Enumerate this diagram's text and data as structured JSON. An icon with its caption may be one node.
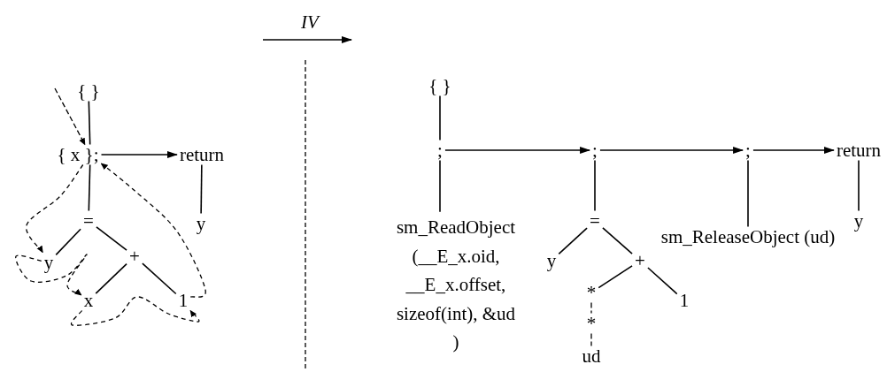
{
  "diagram": {
    "nodes": [
      {
        "text": [
          "{ }"
        ]
      },
      {
        "text": [
          "{ x };"
        ]
      },
      {
        "text": [
          "return"
        ]
      },
      {
        "text": [
          "y"
        ]
      },
      {
        "text": [
          "="
        ]
      },
      {
        "text": [
          "y"
        ]
      },
      {
        "text": [
          "+"
        ]
      },
      {
        "text": [
          "x"
        ]
      },
      {
        "text": [
          "1"
        ]
      },
      {
        "text": [
          "{ }"
        ]
      },
      {
        "text": [
          ";"
        ]
      },
      {
        "text": [
          "sm_ReadObject (__E_x.oid, __E_x.offset, sizeof(int), &ud )"
        ]
      },
      {
        "text": [
          ";"
        ]
      },
      {
        "text": [
          "="
        ]
      },
      {
        "text": [
          "y"
        ]
      },
      {
        "text": [
          "+"
        ]
      },
      {
        "text": [
          "*"
        ]
      },
      {
        "text": [
          "*"
        ]
      },
      {
        "text": [
          "ud"
        ]
      },
      {
        "text": [
          "1"
        ]
      },
      {
        "text": [
          ";"
        ]
      },
      {
        "text": [
          "sm_ReleaseObject (ud)"
        ]
      },
      {
        "text": [
          "return"
        ]
      },
      {
        "text": [
          "y"
        ]
      }
    ],
    "edges": [
      {
        "from": 0,
        "to": 1,
        "arrow": "none"
      },
      {
        "from": 1,
        "to": 2,
        "arrow": "to"
      },
      {
        "from": 2,
        "to": 3,
        "arrow": "none"
      },
      {
        "from": 1,
        "to": 4,
        "arrow": "none"
      },
      {
        "from": 4,
        "to": 5,
        "arrow": "none"
      },
      {
        "from": 4,
        "to": 6,
        "arrow": "none"
      },
      {
        "from": 6,
        "to": 7,
        "arrow": "none"
      },
      {
        "from": 6,
        "to": 8,
        "arrow": "none"
      },
      {
        "from": null,
        "to": 1,
        "arrow": "to",
        "style": "dashed"
      },
      {
        "from": 1,
        "to": 5,
        "arrow": "to",
        "style": "dashed"
      },
      {
        "from": 5,
        "to": 7,
        "arrow": "to",
        "style": "dashed"
      },
      {
        "from": 7,
        "to": 8,
        "arrow": "to",
        "style": "dashed"
      },
      {
        "from": 8,
        "to": 1,
        "arrow": "to",
        "style": "dashed"
      },
      {
        "from": 9,
        "to": 10,
        "arrow": "none"
      },
      {
        "from": 10,
        "to": 12,
        "arrow": "to"
      },
      {
        "from": 10,
        "to": 11,
        "arrow": "none"
      },
      {
        "from": 12,
        "to": 13,
        "arrow": "none"
      },
      {
        "from": 13,
        "to": 14,
        "arrow": "none"
      },
      {
        "from": 13,
        "to": 15,
        "arrow": "none"
      },
      {
        "from": 15,
        "to": 16,
        "arrow": "none"
      },
      {
        "from": 15,
        "to": 19,
        "arrow": "none"
      },
      {
        "from": 16,
        "to": 17,
        "arrow": "none",
        "style": "dashed"
      },
      {
        "from": 17,
        "to": 18,
        "arrow": "none",
        "style": "dashed"
      },
      {
        "from": 12,
        "to": 20,
        "arrow": "to"
      },
      {
        "from": 20,
        "to": 21,
        "arrow": "none"
      },
      {
        "from": 20,
        "to": 22,
        "arrow": "to"
      },
      {
        "from": 22,
        "to": 23,
        "arrow": "none"
      }
    ],
    "labels": [
      "IV"
    ]
  }
}
